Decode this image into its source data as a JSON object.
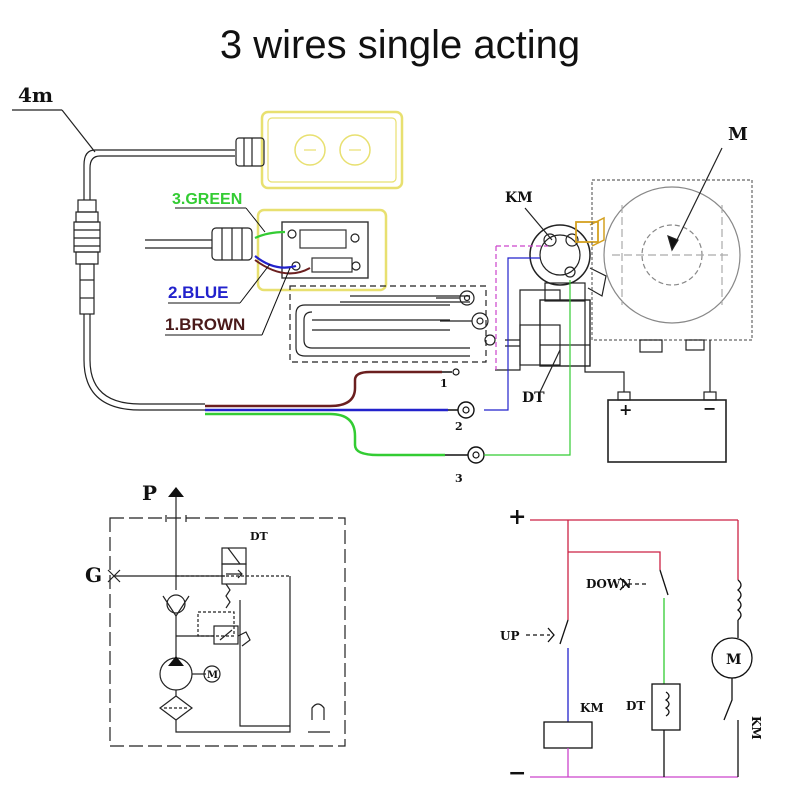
{
  "title": "3 wires single acting",
  "wiring": {
    "cable_length": "4m",
    "wire_labels": {
      "green": "3.GREEN",
      "blue": "2.BLUE",
      "brown": "1.BROWN"
    },
    "terminal_numbers": [
      "1",
      "2",
      "3"
    ],
    "km_label": "KM",
    "motor_label": "M",
    "dt_label": "DT",
    "battery": {
      "plus": "+",
      "minus": "−"
    }
  },
  "hydraulic": {
    "port_p": "P",
    "port_g": "G",
    "dt_label": "DT",
    "motor_symbol": "M"
  },
  "circuit": {
    "plus": "+",
    "minus": "−",
    "up": "UP",
    "down": "DOWN",
    "km": "KM",
    "dt": "DT",
    "motor_symbol": "M",
    "km_motor_label": "KM"
  },
  "colors": {
    "green": "#33cc33",
    "blue": "#2222cc",
    "brown": "#6b1f1f",
    "magenta": "#cc44cc",
    "red": "#cc2244",
    "yellow": "#e8e070",
    "ink": "#111111"
  }
}
